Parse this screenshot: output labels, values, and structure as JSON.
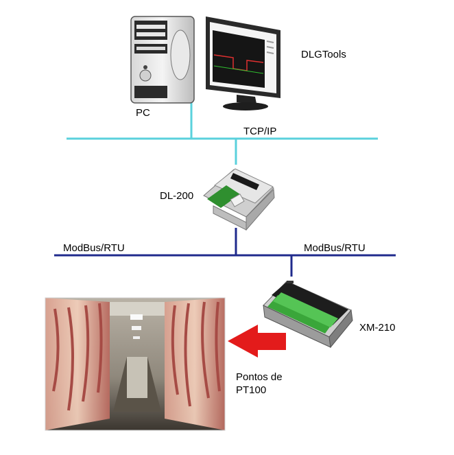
{
  "labels": {
    "software": "DLGTools",
    "pc": "PC",
    "tcp": "TCP/IP",
    "dl200": "DL-200",
    "modbus_left": "ModBus/RTU",
    "modbus_right": "ModBus/RTU",
    "xm210": "XM-210",
    "pontos_line1": "Pontos de",
    "pontos_line2": "PT100"
  },
  "colors": {
    "tcp_line": "#5ad1dc",
    "modbus_line": "#1f2a8c",
    "arrow": "#e31b1b",
    "module_green": "#3aa63a"
  },
  "icons": {
    "pc": "desktop-computer-icon",
    "dl200": "datalogger-device-icon",
    "xm210": "io-module-icon",
    "cold_room": "cold-storage-photo",
    "arrow": "left-arrow-icon"
  }
}
